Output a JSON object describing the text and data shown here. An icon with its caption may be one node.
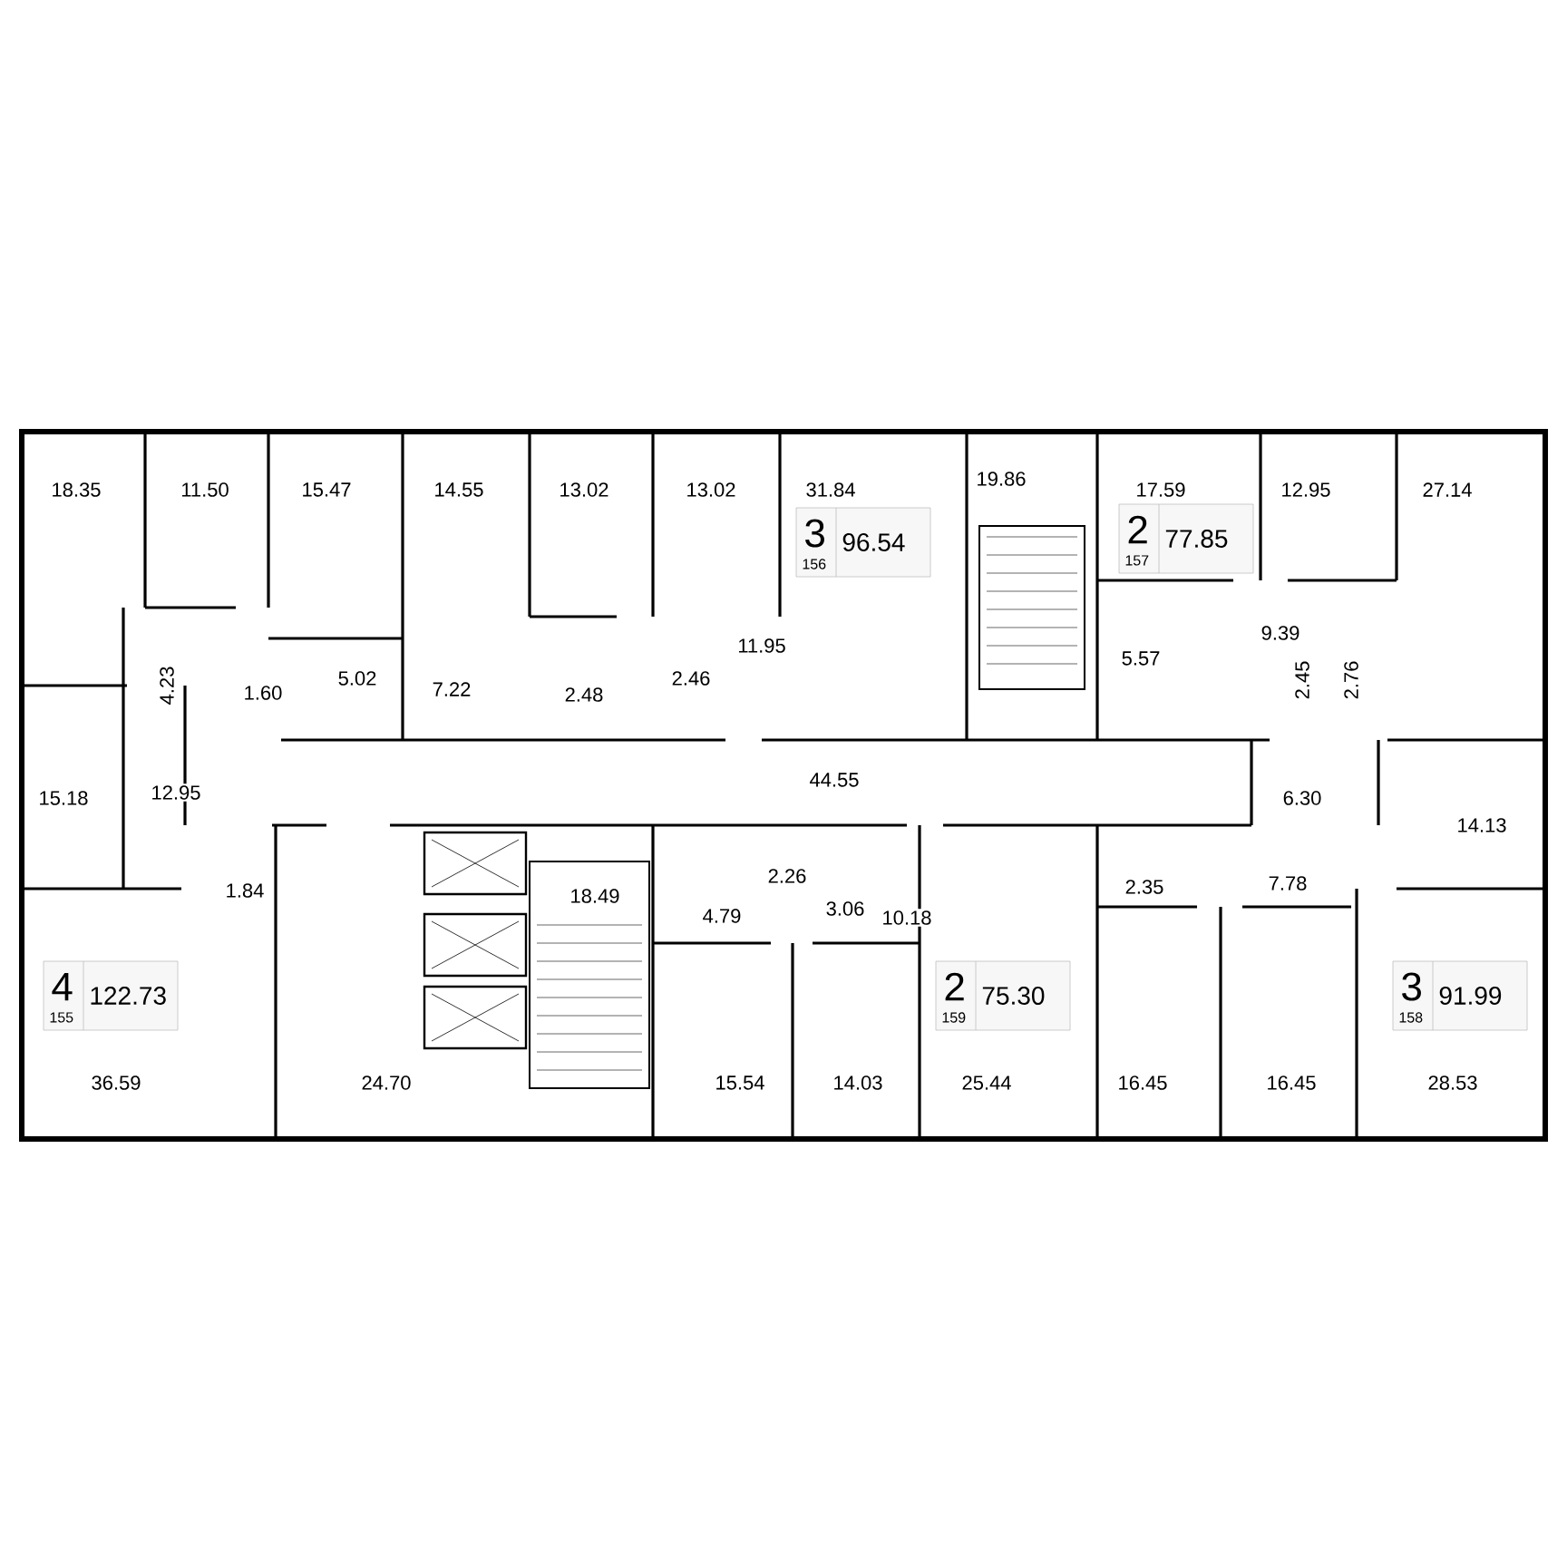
{
  "diagram": {
    "nodes": [
      {
        "text": [
          "3",
          "96.54",
          "156"
        ]
      },
      {
        "text": [
          "2",
          "77.85",
          "157"
        ]
      },
      {
        "text": [
          "4",
          "122.73",
          "155"
        ]
      },
      {
        "text": [
          "2",
          "75.30",
          "159"
        ]
      },
      {
        "text": [
          "3",
          "91.99",
          "158"
        ]
      }
    ],
    "labels": [
      "18.35",
      "11.50",
      "15.47",
      "14.55",
      "13.02",
      "13.02",
      "31.84",
      "19.86",
      "17.59",
      "12.95",
      "27.14",
      "11.95",
      "9.39",
      "1.60",
      "5.02",
      "7.22",
      "2.48",
      "2.46",
      "5.57",
      "4.23",
      "2.45",
      "2.76",
      "44.55",
      "15.18",
      "12.95",
      "6.30",
      "14.13",
      "1.84",
      "18.49",
      "4.79",
      "2.26",
      "3.06",
      "10.18",
      "2.35",
      "7.78",
      "36.59",
      "24.70",
      "15.54",
      "14.03",
      "25.44",
      "16.45",
      "16.45",
      "28.53"
    ]
  }
}
